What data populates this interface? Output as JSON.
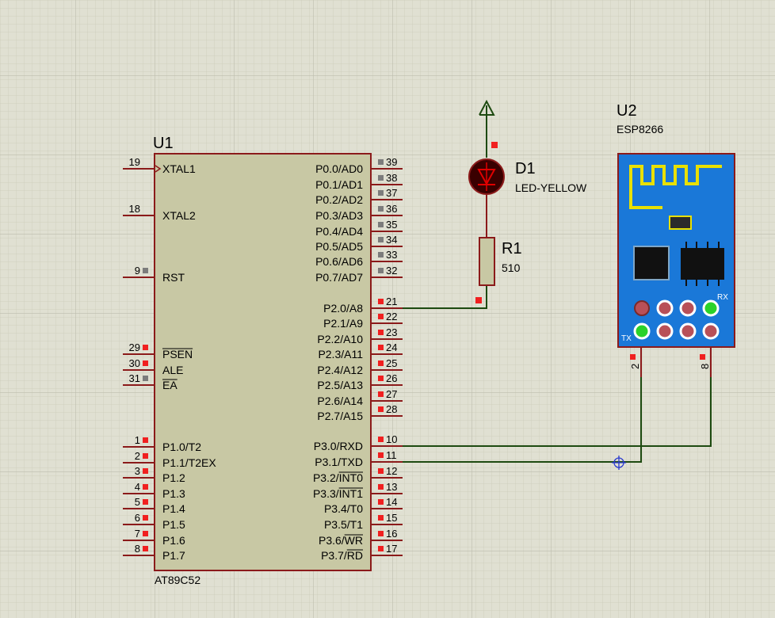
{
  "colors": {
    "background": "#e0e0d2",
    "grid_minor": "#cfcfbf",
    "grid_major": "#bdbdad",
    "component_fill": "#c8c8a4",
    "component_outline": "#8b1a1a",
    "wire": "#1d4a10",
    "pin_marker_active": "#f02020",
    "pin_marker_idle": "#7c7c7c",
    "esp_board": "#1a78d8",
    "esp_antenna": "#e8e000",
    "esp_pin_green": "#2ad22a"
  },
  "u1": {
    "ref": "U1",
    "part": "AT89C52",
    "left_pins": [
      {
        "num": "19",
        "name": "XTAL1"
      },
      {
        "num": "18",
        "name": "XTAL2"
      },
      {
        "num": "9",
        "name": "RST"
      },
      {
        "num": "29",
        "name": "PSEN"
      },
      {
        "num": "30",
        "name": "ALE"
      },
      {
        "num": "31",
        "name": "EA"
      },
      {
        "num": "1",
        "name": "P1.0/T2"
      },
      {
        "num": "2",
        "name": "P1.1/T2EX"
      },
      {
        "num": "3",
        "name": "P1.2"
      },
      {
        "num": "4",
        "name": "P1.3"
      },
      {
        "num": "5",
        "name": "P1.4"
      },
      {
        "num": "6",
        "name": "P1.5"
      },
      {
        "num": "7",
        "name": "P1.6"
      },
      {
        "num": "8",
        "name": "P1.7"
      }
    ],
    "right_pins": [
      {
        "num": "39",
        "name": "P0.0/AD0"
      },
      {
        "num": "38",
        "name": "P0.1/AD1"
      },
      {
        "num": "37",
        "name": "P0.2/AD2"
      },
      {
        "num": "36",
        "name": "P0.3/AD3"
      },
      {
        "num": "35",
        "name": "P0.4/AD4"
      },
      {
        "num": "34",
        "name": "P0.5/AD5"
      },
      {
        "num": "33",
        "name": "P0.6/AD6"
      },
      {
        "num": "32",
        "name": "P0.7/AD7"
      },
      {
        "num": "21",
        "name": "P2.0/A8"
      },
      {
        "num": "22",
        "name": "P2.1/A9"
      },
      {
        "num": "23",
        "name": "P2.2/A10"
      },
      {
        "num": "24",
        "name": "P2.3/A11"
      },
      {
        "num": "25",
        "name": "P2.4/A12"
      },
      {
        "num": "26",
        "name": "P2.5/A13"
      },
      {
        "num": "27",
        "name": "P2.6/A14"
      },
      {
        "num": "28",
        "name": "P2.7/A15"
      },
      {
        "num": "10",
        "name": "P3.0/RXD"
      },
      {
        "num": "11",
        "name": "P3.1/TXD"
      },
      {
        "num": "12",
        "name": "P3.2/INT0"
      },
      {
        "num": "13",
        "name": "P3.3/INT1"
      },
      {
        "num": "14",
        "name": "P3.4/T0"
      },
      {
        "num": "15",
        "name": "P3.5/T1"
      },
      {
        "num": "16",
        "name": "P3.6/WR"
      },
      {
        "num": "17",
        "name": "P3.7/RD"
      }
    ]
  },
  "d1": {
    "ref": "D1",
    "value": "LED-YELLOW"
  },
  "r1": {
    "ref": "R1",
    "value": "510"
  },
  "u2": {
    "ref": "U2",
    "part": "ESP8266",
    "rx_label": "RX",
    "tx_label": "TX",
    "pin_left_num": "2",
    "pin_right_num": "8"
  }
}
